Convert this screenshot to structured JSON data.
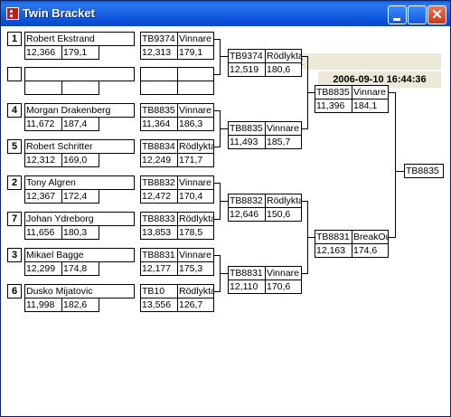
{
  "window": {
    "title": "Twin Bracket"
  },
  "header": {
    "title": "Twin Bracket",
    "timestamp": "2006-09-10 16:44:36"
  },
  "players": [
    {
      "seed": "1",
      "name": "Robert Ekstrand",
      "v1": "12,366",
      "v2": "179,1",
      "code": "TB9374",
      "result": "Vinnare",
      "s1": "12,313",
      "s2": "179,1"
    },
    {
      "seed": "",
      "name": "",
      "v1": "",
      "v2": "",
      "code": "",
      "result": "",
      "s1": "",
      "s2": ""
    },
    {
      "seed": "4",
      "name": "Morgan Drakenberg",
      "v1": "11,672",
      "v2": "187,4",
      "code": "TB8835",
      "result": "Vinnare",
      "s1": "11,364",
      "s2": "186,3"
    },
    {
      "seed": "5",
      "name": "Robert Schritter",
      "v1": "12,312",
      "v2": "169,0",
      "code": "TB8834",
      "result": "Rödlykta",
      "s1": "12,249",
      "s2": "171,7"
    },
    {
      "seed": "2",
      "name": "Tony Algren",
      "v1": "12,367",
      "v2": "172,4",
      "code": "TB8832",
      "result": "Vinnare",
      "s1": "12,472",
      "s2": "170,4"
    },
    {
      "seed": "7",
      "name": "Johan Ydreborg",
      "v1": "11,656",
      "v2": "180,3",
      "code": "TB8833",
      "result": "Rödlykta",
      "s1": "13,853",
      "s2": "178,5"
    },
    {
      "seed": "3",
      "name": "Mikael Bagge",
      "v1": "12,299",
      "v2": "174,8",
      "code": "TB8831",
      "result": "Vinnare",
      "s1": "12,177",
      "s2": "175,3"
    },
    {
      "seed": "6",
      "name": "Dusko Mijatovic",
      "v1": "11,998",
      "v2": "182,6",
      "code": "TB10",
      "result": "Rödlykta",
      "s1": "13,556",
      "s2": "126,7"
    }
  ],
  "round2": [
    {
      "code": "TB9374",
      "result": "Rödlykta",
      "s1": "12,519",
      "s2": "180,6"
    },
    {
      "code": "TB8835",
      "result": "Vinnare",
      "s1": "11,493",
      "s2": "185,7"
    },
    {
      "code": "TB8832",
      "result": "Rödlykta",
      "s1": "12,646",
      "s2": "150,6"
    },
    {
      "code": "TB8831",
      "result": "Vinnare",
      "s1": "12,110",
      "s2": "170,6"
    }
  ],
  "round3": [
    {
      "code": "TB8835",
      "result": "Vinnare",
      "s1": "11,396",
      "s2": "184,1"
    },
    {
      "code": "TB8831",
      "result": "BreakOut",
      "s1": "12,163",
      "s2": "174,6"
    }
  ],
  "final": {
    "code": "TB8835"
  },
  "colors": {
    "titlebar": "#0a5ae0",
    "header_bg": "#ece9d8",
    "close_button": "#d8482a"
  }
}
